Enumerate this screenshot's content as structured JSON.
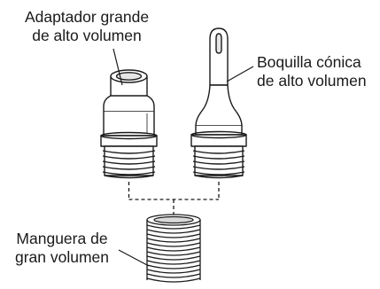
{
  "diagram": {
    "labels": {
      "adapter": {
        "line1": "Adaptador grande",
        "line2": "de alto volumen"
      },
      "nozzle": {
        "line1": "Boquilla cónica",
        "line2": "de alto volumen"
      },
      "hose": {
        "line1": "Manguera de",
        "line2": "gran volumen"
      }
    },
    "colors": {
      "stroke": "#1a1a1a",
      "part_fill": "#ffffff",
      "shade": "#d9d9d9",
      "background": "#ffffff"
    },
    "connector_style": "dashed"
  }
}
